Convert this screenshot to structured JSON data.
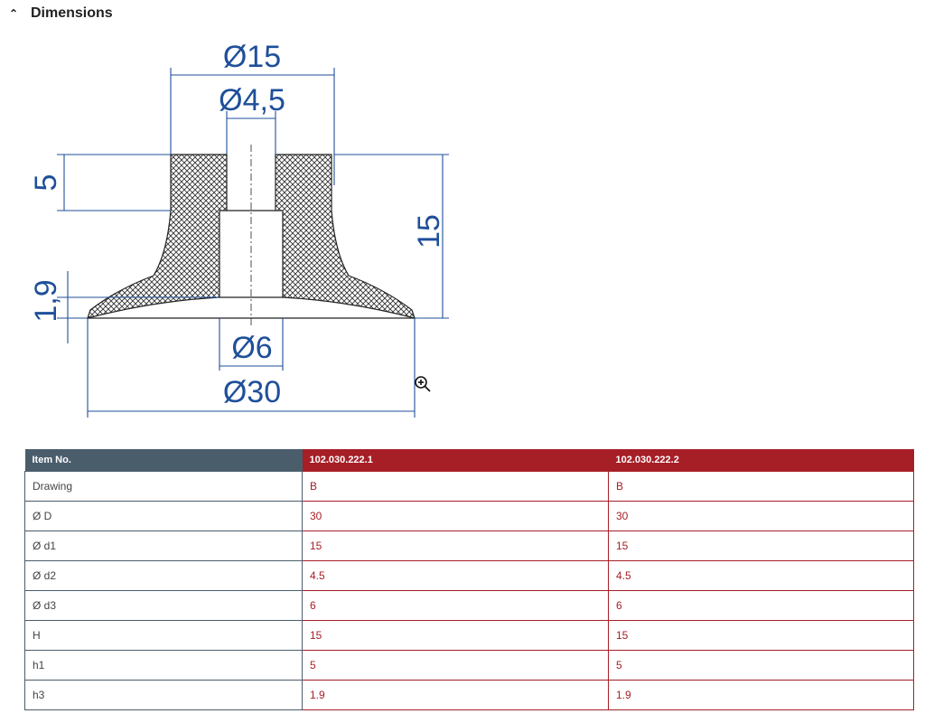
{
  "section": {
    "title": "Dimensions",
    "toggle_icon": "chevron-up-icon"
  },
  "drawing": {
    "labels": {
      "d1": "Ø15",
      "d2": "Ø4,5",
      "d3": "Ø6",
      "D": "Ø30",
      "h1": "5",
      "H": "15",
      "h3": "1,9"
    },
    "zoom_icon": "zoom-in-icon",
    "line_color": "#1f4f9a"
  },
  "table": {
    "headers": [
      "Item No.",
      "102.030.222.1",
      "102.030.222.2"
    ],
    "rows": [
      [
        "Drawing",
        "B",
        "B"
      ],
      [
        "Ø D",
        "30",
        "30"
      ],
      [
        "Ø d1",
        "15",
        "15"
      ],
      [
        "Ø d2",
        "4.5",
        "4.5"
      ],
      [
        "Ø d3",
        "6",
        "6"
      ],
      [
        "H",
        "15",
        "15"
      ],
      [
        "h1",
        "5",
        "5"
      ],
      [
        "h3",
        "1.9",
        "1.9"
      ]
    ]
  }
}
